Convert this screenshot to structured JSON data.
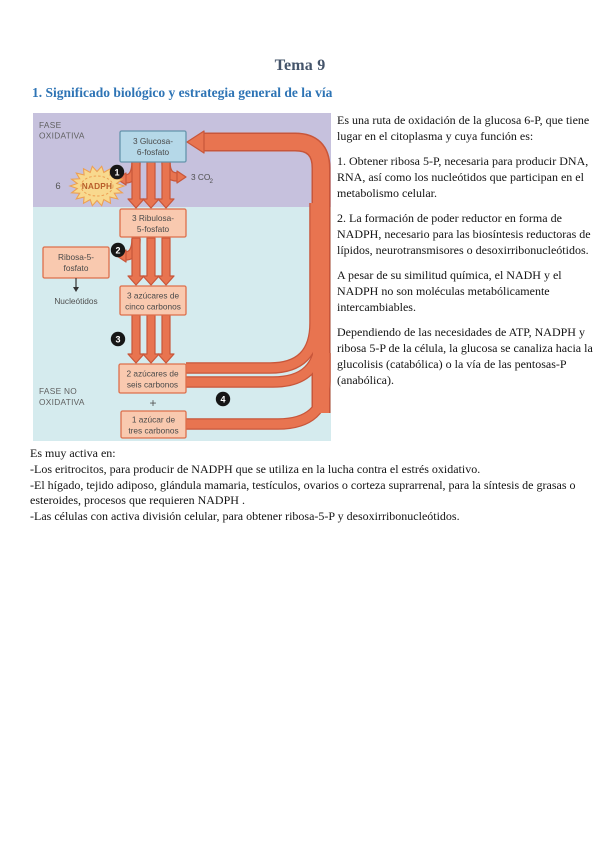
{
  "page": {
    "title": "Tema 9",
    "heading": "1. Significado biológico y estrategia general de la vía"
  },
  "main": {
    "paragraphs": [
      "Es una ruta de oxidación de la glucosa 6-P, que tiene lugar en el citoplasma y cuya función es:",
      "1. Obtener ribosa 5-P, necesaria para producir DNA, RNA, así como los nucleótidos que participan en el metabolismo celular.",
      "2. La formación de poder reductor en forma de NADPH, necesario para las biosíntesis reductoras de lípidos, neurotransmisores o desoxirribonucleótidos.",
      "A pesar de su similitud química, el NADH y el NADPH no son moléculas metabólicamente intercambiables.",
      "Dependiendo de las necesidades de ATP, NADPH y ribosa 5-P de la célula, la glucosa se canaliza hacia la glucolisis (catabólica) o la vía de las pentosas-P (anabólica)."
    ],
    "activity": [
      "Es muy activa en:",
      "-Los eritrocitos, para producir de NADPH que se utiliza en la lucha contra el estrés oxidativo.",
      "-El hígado, tejido adiposo, glándula mamaria, testículos, ovarios o corteza suprarrenal, para la síntesis de grasas o esteroides, procesos que requieren NADPH .",
      "-Las células con activa división celular, para obtener ribosa-5-P y desoxirribonucleótidos."
    ]
  },
  "diagram": {
    "phase_oxidative": {
      "line1": "FASE",
      "line2": "OXIDATIVA"
    },
    "phase_nonoxidative": {
      "line1": "FASE NO",
      "line2": "OXIDATIVA"
    },
    "boxes": {
      "glucose": {
        "line1": "3 Glucosa-",
        "line2": "6-fosfato"
      },
      "ribulose": {
        "line1": "3 Ribulosa-",
        "line2": "5-fosfato"
      },
      "ribose": {
        "line1": "Ribosa-5-",
        "line2": "fosfato"
      },
      "five_carbon": {
        "line1": "3 azúcares de",
        "line2": "cinco carbonos"
      },
      "six_carbon": {
        "line1": "2 azúcares de",
        "line2": "seis carbonos"
      },
      "three_carbon": {
        "line1": "1 azúcar de",
        "line2": "tres carbonos"
      }
    },
    "labels": {
      "nadph": "NADPH",
      "nadph_coef": "6",
      "co2": "3 CO",
      "co2_sub": "2",
      "nucleotides": "Nucleótidos",
      "plus": "+"
    },
    "badges": [
      "1",
      "2",
      "3",
      "4"
    ],
    "colors": {
      "oxidative_bg": "#c6c1dd",
      "nonoxidative_bg": "#d5ebee",
      "arrow": "#e87450",
      "arrow_outline": "#c8563a",
      "box_fill": "#f9c9af",
      "box_border": "#dd6f4b",
      "glucose_fill": "#b5d8e8",
      "glucose_border": "#6594ac",
      "starburst_fill": "#f8d98e",
      "starburst_stroke": "#eda053",
      "heading_blue": "#2e74b5",
      "title_color": "#44546a",
      "badge_bg": "#161616"
    }
  }
}
